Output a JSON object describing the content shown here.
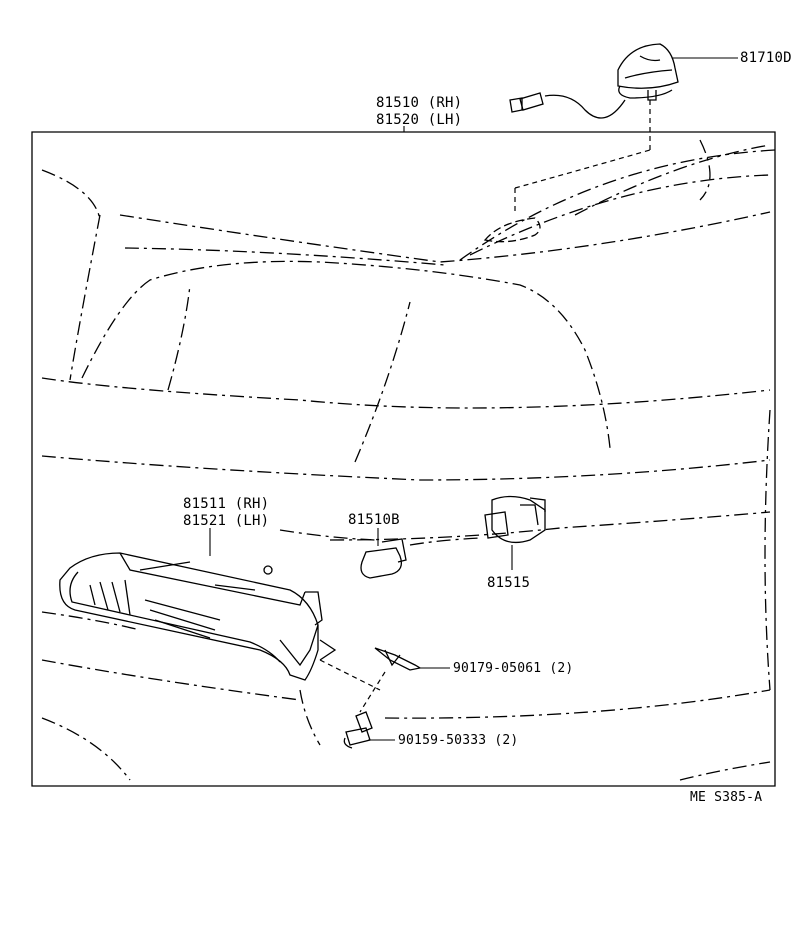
{
  "labels": {
    "lamp_unit_rh": "81510 (RH)",
    "lamp_unit_lh": "81520 (LH)",
    "antenna_lamp": "81710D",
    "lens_rh": "81511 (RH)",
    "lens_lh": "81521 (LH)",
    "bulb": "81510B",
    "socket": "81515",
    "clip": "90179-05061 (2)",
    "screw": "90159-50333 (2)",
    "diagram_code": "ME S385-A"
  }
}
